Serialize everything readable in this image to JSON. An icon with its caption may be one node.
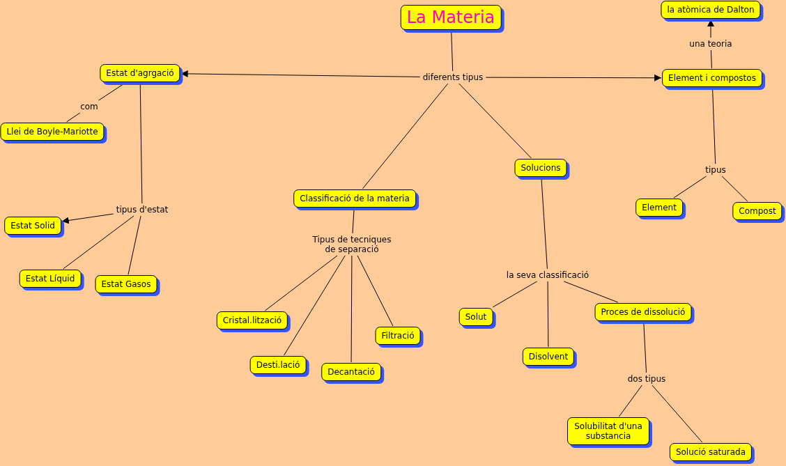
{
  "diagram": {
    "nodes": [
      {
        "text": [
          "La Materia"
        ]
      },
      {
        "text": [
          "diferents tipus"
        ]
      },
      {
        "text": [
          "Estat d'agrgació"
        ]
      },
      {
        "text": [
          "Element i compostos"
        ]
      },
      {
        "text": [
          "una teoria"
        ]
      },
      {
        "text": [
          "la atòmica de Dalton"
        ]
      },
      {
        "text": [
          "com"
        ]
      },
      {
        "text": [
          "Llei de Boyle-Mariotte"
        ]
      },
      {
        "text": [
          "Solucions"
        ]
      },
      {
        "text": [
          "Classificació de la materia"
        ]
      },
      {
        "text": [
          "tipus"
        ]
      },
      {
        "text": [
          "Element"
        ]
      },
      {
        "text": [
          "Compost"
        ]
      },
      {
        "text": [
          "tipus d'estat"
        ]
      },
      {
        "text": [
          "Estat Solid"
        ]
      },
      {
        "text": [
          "Tipus de tecniques de separació"
        ]
      },
      {
        "text": [
          "Estat Líquid"
        ]
      },
      {
        "text": [
          "Estat Gasos"
        ]
      },
      {
        "text": [
          "la seva classificació"
        ]
      },
      {
        "text": [
          "Cristal.lització"
        ]
      },
      {
        "text": [
          "Solut"
        ]
      },
      {
        "text": [
          "Proces de dissolució"
        ]
      },
      {
        "text": [
          "Filtració"
        ]
      },
      {
        "text": [
          "Desti.lació"
        ]
      },
      {
        "text": [
          "Disolvent"
        ]
      },
      {
        "text": [
          "Decantació"
        ]
      },
      {
        "text": [
          "dos tipus"
        ]
      },
      {
        "text": [
          "Solubilitat d'una substancia"
        ]
      },
      {
        "text": [
          "Solució saturada"
        ]
      }
    ],
    "edges": [
      {
        "from": 0,
        "to": 1,
        "arrow": "none"
      },
      {
        "from": 1,
        "to": 2,
        "arrow": "to"
      },
      {
        "from": 1,
        "to": 3,
        "arrow": "to"
      },
      {
        "from": 1,
        "to": 9,
        "arrow": "none"
      },
      {
        "from": 1,
        "to": 8,
        "arrow": "none"
      },
      {
        "from": 3,
        "to": 4,
        "arrow": "none"
      },
      {
        "from": 4,
        "to": 5,
        "arrow": "to"
      },
      {
        "from": 2,
        "to": 6,
        "arrow": "none"
      },
      {
        "from": 6,
        "to": 7,
        "arrow": "none"
      },
      {
        "from": 2,
        "to": 13,
        "arrow": "none"
      },
      {
        "from": 13,
        "to": 14,
        "arrow": "to"
      },
      {
        "from": 13,
        "to": 16,
        "arrow": "none"
      },
      {
        "from": 13,
        "to": 17,
        "arrow": "none"
      },
      {
        "from": 3,
        "to": 10,
        "arrow": "none"
      },
      {
        "from": 10,
        "to": 11,
        "arrow": "none"
      },
      {
        "from": 10,
        "to": 12,
        "arrow": "none"
      },
      {
        "from": 9,
        "to": 15,
        "arrow": "none"
      },
      {
        "from": 15,
        "to": 19,
        "arrow": "none"
      },
      {
        "from": 15,
        "to": 23,
        "arrow": "none"
      },
      {
        "from": 15,
        "to": 25,
        "arrow": "none"
      },
      {
        "from": 15,
        "to": 22,
        "arrow": "none"
      },
      {
        "from": 8,
        "to": 18,
        "arrow": "none"
      },
      {
        "from": 18,
        "to": 20,
        "arrow": "none"
      },
      {
        "from": 18,
        "to": 24,
        "arrow": "none"
      },
      {
        "from": 18,
        "to": 21,
        "arrow": "none"
      },
      {
        "from": 21,
        "to": 26,
        "arrow": "none"
      },
      {
        "from": 26,
        "to": 27,
        "arrow": "none"
      },
      {
        "from": 26,
        "to": 28,
        "arrow": "none"
      }
    ]
  }
}
